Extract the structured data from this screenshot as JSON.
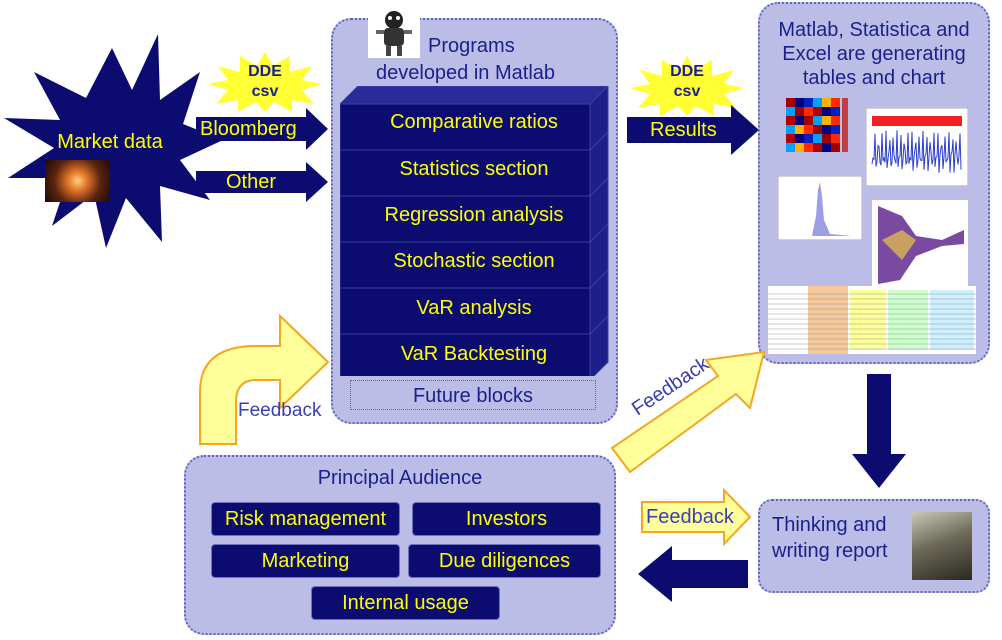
{
  "market": {
    "title": "Market data",
    "icon": "market-swirl-icon"
  },
  "dde_left": {
    "line1": "DDE",
    "line2": "csv"
  },
  "dde_right": {
    "line1": "DDE",
    "line2": "csv"
  },
  "arrows": {
    "bloomberg": "Bloomberg",
    "other": "Other",
    "results": "Results"
  },
  "programs": {
    "title_line1": "Programs",
    "title_line2": "developed in Matlab",
    "blocks": [
      "Comparative ratios",
      "Statistics section",
      "Regression analysis",
      "Stochastic section",
      "VaR analysis",
      "VaR Backtesting"
    ],
    "future": "Future blocks"
  },
  "output": {
    "title_line1": "Matlab, Statistica and",
    "title_line2": "Excel are generating",
    "title_line3": "tables and chart"
  },
  "feedback": {
    "left": "Feedback",
    "diagonal": "Feedback",
    "right": "Feedback"
  },
  "audience": {
    "title": "Principal Audience",
    "items": [
      "Risk management",
      "Investors",
      "Marketing",
      "Due diligences",
      "Internal usage"
    ]
  },
  "report": {
    "line1": "Thinking and",
    "line2": "writing report"
  },
  "colors": {
    "navy": "#0c0c70",
    "yellow": "#ffff00",
    "panel": "#bcbde6",
    "panel_border": "#5f63c4"
  }
}
